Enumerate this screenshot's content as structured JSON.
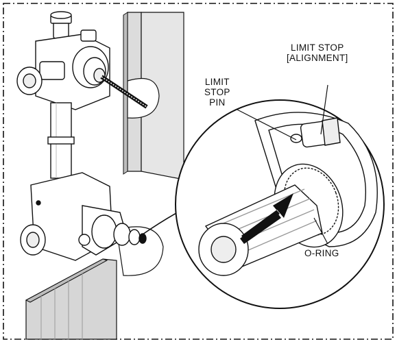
{
  "callouts": {
    "limit_stop": {
      "line1": "LIMIT STOP",
      "line2": "[ALIGNMENT]"
    },
    "limit_stop_pin": {
      "line1": "LIMIT",
      "line2": "STOP",
      "line3": "PIN"
    },
    "o_ring": {
      "label": "O-RING"
    }
  },
  "colors": {
    "line": "#111111",
    "wall_fill": "#d9d9d9",
    "wall_edge": "#bfbfbf",
    "arrow": "#111111"
  }
}
